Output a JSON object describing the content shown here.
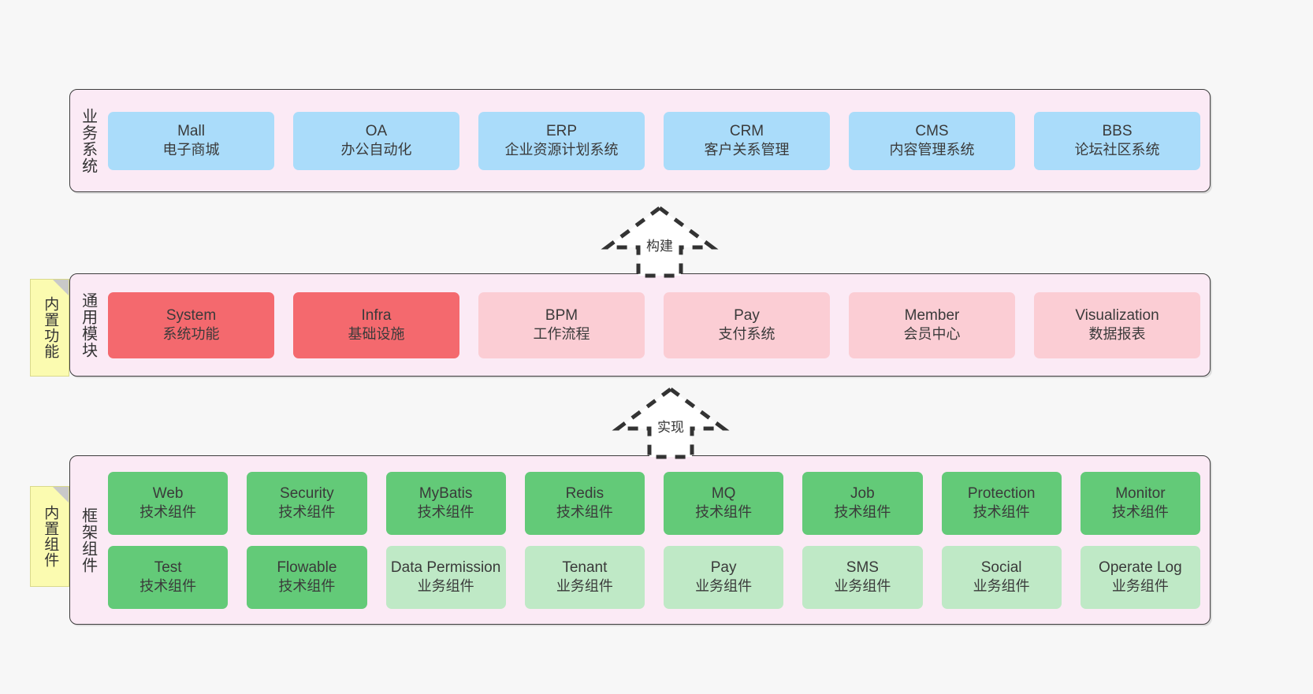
{
  "diagram": {
    "title": "",
    "colors": {
      "band_bg": "#fbeaf5",
      "band_border": "#3d3d3d",
      "business": "#aadcfa",
      "module_core": "#f4696e",
      "module_optional": "#fbcdd4",
      "component_tech": "#63ca78",
      "component_business": "#bfe9c6",
      "sticky": "#fbfbb0",
      "page_bg": "#f7f7f7"
    }
  },
  "layers": [
    {
      "id": "business",
      "title": "业务系统",
      "rows": [
        [
          {
            "en": "Mall",
            "cn": "电子商城",
            "style": "blue"
          },
          {
            "en": "OA",
            "cn": "办公自动化",
            "style": "blue"
          },
          {
            "en": "ERP",
            "cn": "企业资源计划系统",
            "style": "blue"
          },
          {
            "en": "CRM",
            "cn": "客户关系管理",
            "style": "blue"
          },
          {
            "en": "CMS",
            "cn": "内容管理系统",
            "style": "blue"
          },
          {
            "en": "BBS",
            "cn": "论坛社区系统",
            "style": "blue"
          }
        ]
      ]
    },
    {
      "id": "modules",
      "title": "通用模块",
      "sticky": "内置功能",
      "rows": [
        [
          {
            "en": "System",
            "cn": "系统功能",
            "style": "red"
          },
          {
            "en": "Infra",
            "cn": "基础设施",
            "style": "red"
          },
          {
            "en": "BPM",
            "cn": "工作流程",
            "style": "pink"
          },
          {
            "en": "Pay",
            "cn": "支付系统",
            "style": "pink"
          },
          {
            "en": "Member",
            "cn": "会员中心",
            "style": "pink"
          },
          {
            "en": "Visualization",
            "cn": "数据报表",
            "style": "pink"
          }
        ]
      ]
    },
    {
      "id": "framework",
      "title": "框架组件",
      "sticky": "内置组件",
      "rows": [
        [
          {
            "en": "Web",
            "cn": "技术组件",
            "style": "green"
          },
          {
            "en": "Security",
            "cn": "技术组件",
            "style": "green"
          },
          {
            "en": "MyBatis",
            "cn": "技术组件",
            "style": "green"
          },
          {
            "en": "Redis",
            "cn": "技术组件",
            "style": "green"
          },
          {
            "en": "MQ",
            "cn": "技术组件",
            "style": "green"
          },
          {
            "en": "Job",
            "cn": "技术组件",
            "style": "green"
          },
          {
            "en": "Protection",
            "cn": "技术组件",
            "style": "green"
          },
          {
            "en": "Monitor",
            "cn": "技术组件",
            "style": "green"
          }
        ],
        [
          {
            "en": "Test",
            "cn": "技术组件",
            "style": "green"
          },
          {
            "en": "Flowable",
            "cn": "技术组件",
            "style": "green"
          },
          {
            "en": "Data Permission",
            "cn": "业务组件",
            "style": "lightgreen"
          },
          {
            "en": "Tenant",
            "cn": "业务组件",
            "style": "lightgreen"
          },
          {
            "en": "Pay",
            "cn": "业务组件",
            "style": "lightgreen"
          },
          {
            "en": "SMS",
            "cn": "业务组件",
            "style": "lightgreen"
          },
          {
            "en": "Social",
            "cn": "业务组件",
            "style": "lightgreen"
          },
          {
            "en": "Operate Log",
            "cn": "业务组件",
            "style": "lightgreen"
          }
        ]
      ]
    }
  ],
  "arrows": [
    {
      "id": "build",
      "label": "构建",
      "from": "modules",
      "to": "business",
      "style": "dashed-hollow-generalization"
    },
    {
      "id": "implement",
      "label": "实现",
      "from": "framework",
      "to": "modules",
      "style": "dashed-hollow-generalization"
    }
  ]
}
